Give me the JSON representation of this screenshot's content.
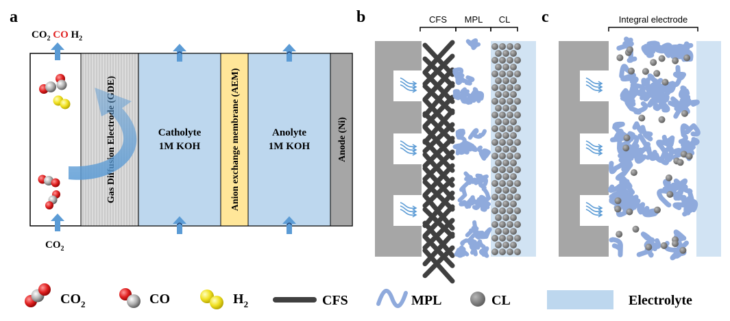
{
  "panels": {
    "a": {
      "letter": "a",
      "top_label": {
        "co2": "CO",
        "co2_sub": "2",
        "co": "CO",
        "h2": "H",
        "h2_sub": "2"
      },
      "bottom_label": {
        "co2": "CO",
        "co2_sub": "2"
      },
      "gde": "Gas Diffusion Electrode (GDE)",
      "catholyte": [
        "Catholyte",
        "1M KOH"
      ],
      "aem": "Anion exchange membrane (AEM)",
      "anolyte": [
        "Anolyte",
        "1M KOH"
      ],
      "anode": "Anode (Ni)"
    },
    "b": {
      "letter": "b",
      "cfs": "CFS",
      "mpl": "MPL",
      "cl": "CL"
    },
    "c": {
      "letter": "c",
      "integral": "Integral electrode"
    }
  },
  "legend": {
    "co2": "CO",
    "co2_sub": "2",
    "co": "CO",
    "h2": "H",
    "h2_sub": "2",
    "cfs": "CFS",
    "mpl": "MPL",
    "cl": "CL",
    "electrolyte": "Electrolyte"
  },
  "colors": {
    "channel_gray": "#a6a6a6",
    "gde_gray": "#d9d9d9",
    "electrolyte_blue": "#bdd7ee",
    "aem_yellow": "#ffe699",
    "arrow_blue": "#5b9bd5",
    "mpl_blue": "#8faadc",
    "fiber_dark": "#404040",
    "particle_gray": "#7f7f7f",
    "co_red": "#e03030"
  }
}
